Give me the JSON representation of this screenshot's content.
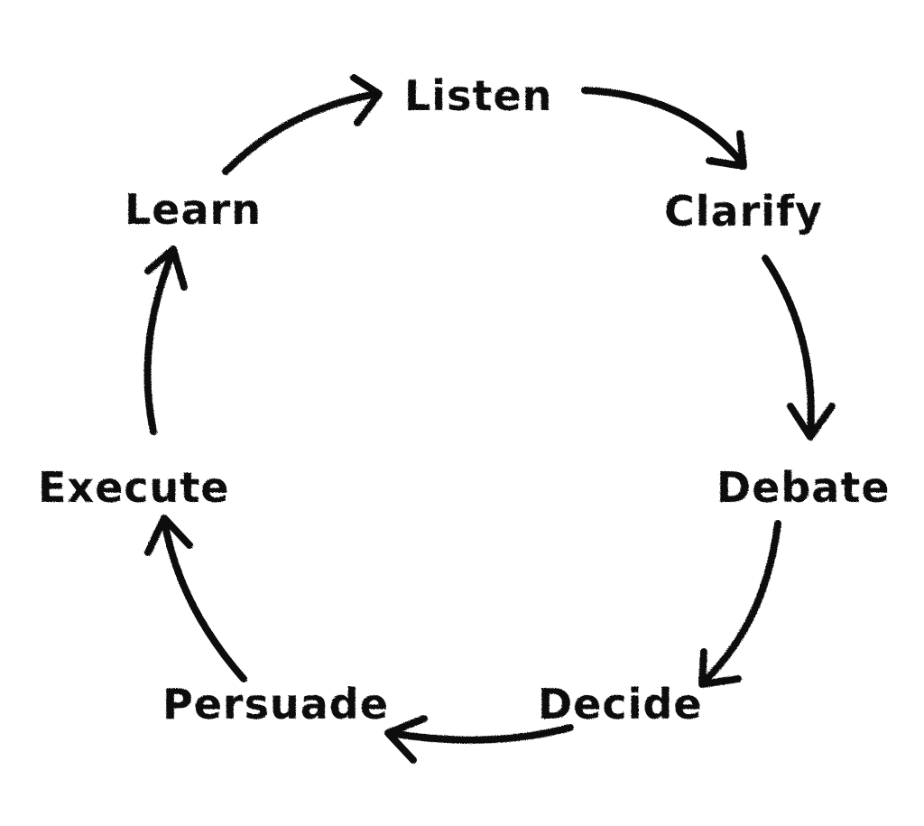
{
  "diagram": {
    "type": "cycle",
    "direction": "clockwise",
    "stroke_color": "#111111",
    "background_color": "#ffffff",
    "nodes": [
      {
        "id": "listen",
        "label": "Listen"
      },
      {
        "id": "clarify",
        "label": "Clarify"
      },
      {
        "id": "debate",
        "label": "Debate"
      },
      {
        "id": "decide",
        "label": "Decide"
      },
      {
        "id": "persuade",
        "label": "Persuade"
      },
      {
        "id": "execute",
        "label": "Execute"
      },
      {
        "id": "learn",
        "label": "Learn"
      }
    ],
    "edges": [
      {
        "from": "listen",
        "to": "clarify"
      },
      {
        "from": "clarify",
        "to": "debate"
      },
      {
        "from": "debate",
        "to": "decide"
      },
      {
        "from": "decide",
        "to": "persuade"
      },
      {
        "from": "persuade",
        "to": "execute"
      },
      {
        "from": "execute",
        "to": "learn"
      },
      {
        "from": "learn",
        "to": "listen"
      }
    ]
  }
}
